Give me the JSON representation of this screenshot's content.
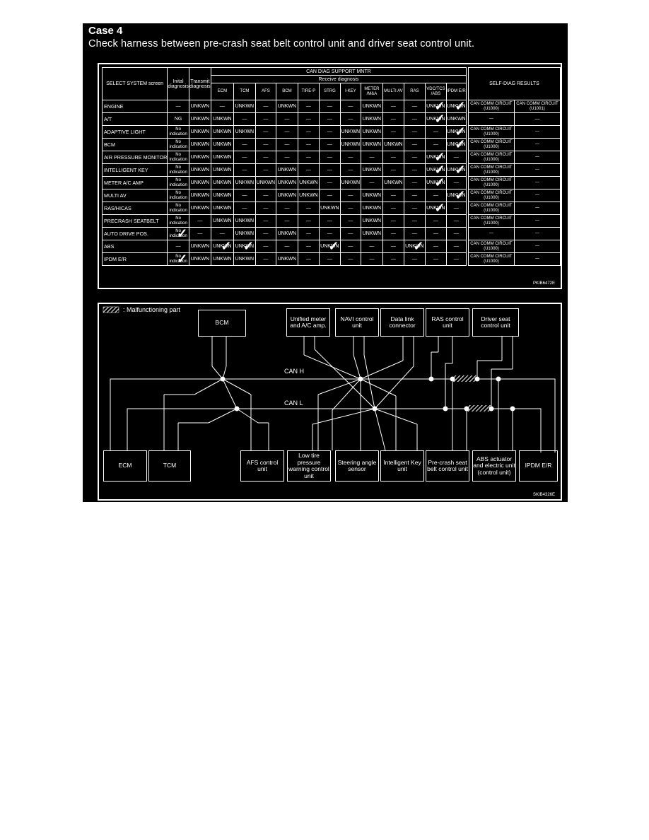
{
  "case": {
    "title": "Case 4",
    "description": "Check harness between pre-crash seat belt control unit and driver seat control unit."
  },
  "table": {
    "col_select": "SELECT SYSTEM screen",
    "col_initial": "Inital diagnosis",
    "col_transmit": "Transmit diagnosis",
    "group_title": "CAN DIAG SUPPORT MNTR",
    "receive_title": "Receive diagnosis",
    "receive_cols": [
      "ECM",
      "TCM",
      "AFS",
      "BCM",
      "TIRE-P",
      "STRG",
      "I-KEY",
      "METER /M&A",
      "MULTI AV",
      "RAS",
      "VDC/TCS /ABS",
      "IPDM E/R"
    ],
    "selfdiag_title": "SELF-DIAG RESULTS",
    "rows": [
      {
        "name": "ENGINE",
        "initial": "—",
        "transmit": "UNKWN",
        "receive": [
          "—",
          "UNKWN",
          "—",
          "UNKWN",
          "—",
          "—",
          "—",
          "UNKWN",
          "—",
          "—",
          "UNKWN",
          "UNKWN"
        ],
        "checks": [
          10,
          11
        ],
        "self": [
          "CAN COMM CIRCUIT (U1000)",
          "CAN COMM CIRCUIT (U1001)"
        ]
      },
      {
        "name": "A/T",
        "initial": "NG",
        "transmit": "UNKWN",
        "receive": [
          "UNKWN",
          "—",
          "—",
          "—",
          "—",
          "—",
          "—",
          "UNKWN",
          "—",
          "—",
          "UNKWN",
          "UNKWN"
        ],
        "checks": [
          10
        ],
        "self": [
          "—"
        ]
      },
      {
        "name": "ADAPTIVE LIGHT",
        "initial": "No indication",
        "transmit": "UNKWN",
        "receive": [
          "UNKWN",
          "UNKWN",
          "—",
          "—",
          "—",
          "—",
          "UNKWN",
          "UNKWN",
          "—",
          "—",
          "—",
          "UNKWN"
        ],
        "checks": [
          11
        ],
        "self": [
          "CAN COMM CIRCUIT (U1000)",
          "—"
        ]
      },
      {
        "name": "BCM",
        "initial": "No indication",
        "transmit": "UNKWN",
        "receive": [
          "UNKWN",
          "—",
          "—",
          "—",
          "—",
          "—",
          "UNKWN",
          "UNKWN",
          "UNKWN",
          "—",
          "—",
          "UNKWN"
        ],
        "checks": [
          11
        ],
        "self": [
          "CAN COMM CIRCUIT (U1000)",
          "—"
        ]
      },
      {
        "name": "AIR PRESSURE MONITOR",
        "initial": "No indication",
        "transmit": "UNKWN",
        "receive": [
          "UNKWN",
          "—",
          "—",
          "—",
          "—",
          "—",
          "—",
          "—",
          "—",
          "—",
          "UNKWN",
          "—"
        ],
        "checks": [
          10
        ],
        "self": [
          "CAN COMM CIRCUIT (U1000)",
          "—"
        ]
      },
      {
        "name": "INTELLIGENT KEY",
        "initial": "No indication",
        "transmit": "UNKWN",
        "receive": [
          "UNKWN",
          "—",
          "—",
          "UNKWN",
          "—",
          "—",
          "—",
          "UNKWN",
          "—",
          "—",
          "UNKWN",
          "UNKWN"
        ],
        "checks": [
          10,
          11
        ],
        "self": [
          "CAN COMM CIRCUIT (U1000)",
          "—"
        ]
      },
      {
        "name": "METER A/C AMP",
        "initial": "No indication",
        "transmit": "UNKWN",
        "receive": [
          "UNKWN",
          "UNKWN",
          "UNKWN",
          "UNKWN",
          "UNKWN",
          "—",
          "UNKWN",
          "—",
          "UNKWN",
          "—",
          "UNKWN",
          "—"
        ],
        "checks": [
          10
        ],
        "self": [
          "CAN COMM CIRCUIT (U1000)",
          "—"
        ]
      },
      {
        "name": "MULTI AV",
        "initial": "No indication",
        "transmit": "UNKWN",
        "receive": [
          "UNKWN",
          "—",
          "—",
          "UNKWN",
          "UNKWN",
          "—",
          "—",
          "UNKWN",
          "—",
          "—",
          "—",
          "UNKWN"
        ],
        "checks": [
          11
        ],
        "self": [
          "CAN COMM CIRCUIT (U1000)",
          "—"
        ]
      },
      {
        "name": "RAS/HICAS",
        "initial": "No indication",
        "transmit": "UNKWN",
        "receive": [
          "UNKWN",
          "—",
          "—",
          "—",
          "—",
          "UNKWN",
          "—",
          "UNKWN",
          "—",
          "—",
          "UNKWN",
          "—"
        ],
        "checks": [
          10
        ],
        "self": [
          "CAN COMM CIRCUIT (U1000)",
          "—"
        ]
      },
      {
        "name": "PRECRASH SEATBELT",
        "initial": "No indication",
        "transmit": "—",
        "receive": [
          "UNKWN",
          "UNKWN",
          "—",
          "—",
          "—",
          "—",
          "—",
          "UNKWN",
          "—",
          "—",
          "—",
          "—"
        ],
        "checks": [],
        "self": [
          "CAN COMM CIRCUIT (U1000)",
          "—"
        ]
      },
      {
        "name": "AUTO DRIVE POS.",
        "initial": "No indication",
        "transmit": "—",
        "receive": [
          "—",
          "UNKWN",
          "—",
          "UNKWN",
          "—",
          "—",
          "—",
          "UNKWN",
          "—",
          "—",
          "—",
          "—"
        ],
        "checks": [],
        "initialCheck": true,
        "self": [
          "—",
          "—"
        ]
      },
      {
        "name": "ABS",
        "initial": "—",
        "transmit": "UNKWN",
        "receive": [
          "UNKWN",
          "UNKWN",
          "—",
          "—",
          "—",
          "UNKWN",
          "—",
          "—",
          "—",
          "UNKWN",
          "—",
          "—"
        ],
        "checks": [
          0,
          1,
          5,
          9
        ],
        "self": [
          "CAN COMM CIRCUIT (U1000)",
          "—"
        ]
      },
      {
        "name": "IPDM E/R",
        "initial": "No indication",
        "transmit": "UNKWN",
        "receive": [
          "UNKWN",
          "UNKWN",
          "—",
          "UNKWN",
          "—",
          "—",
          "—",
          "—",
          "—",
          "—",
          "—",
          "—"
        ],
        "checks": [],
        "initialCheck": true,
        "self": [
          "CAN COMM CIRCUIT (U1000)",
          "—"
        ]
      }
    ],
    "code": "PKIB6472E"
  },
  "diagram": {
    "legend": ": Malfunctioning part",
    "can_h": "CAN H",
    "can_l": "CAN L",
    "top_units": [
      "BCM",
      "Unified meter and A/C amp.",
      "NAVI control unit",
      "Data link connector",
      "RAS control unit",
      "Driver seat control unit"
    ],
    "bottom_units": [
      "ECM",
      "TCM",
      "AFS control unit",
      "Low tire pressure warning control unit",
      "Steering angle sensor",
      "Intelligent Key unit",
      "Pre-crash seat belt control unit",
      "ABS actuator and electric unit (control unit)",
      "IPDM E/R"
    ],
    "code": "SKIB4326E"
  }
}
